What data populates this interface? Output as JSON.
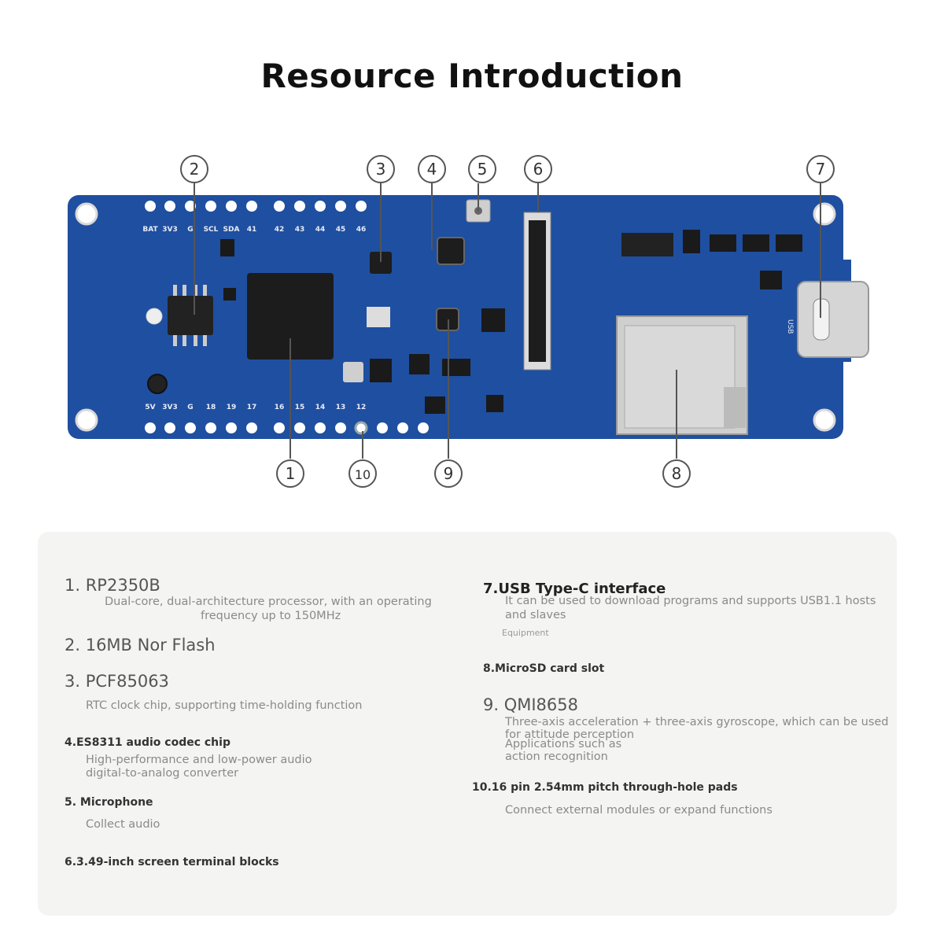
{
  "title": "Resource Introduction",
  "board": {
    "top_pin_labels": [
      "BAT",
      "3V3",
      "G",
      "SCL",
      "SDA",
      "41",
      "42",
      "43",
      "44",
      "45",
      "46"
    ],
    "bottom_pin_labels": [
      "5V",
      "3V3",
      "G",
      "18",
      "19",
      "17",
      "16",
      "15",
      "14",
      "13",
      "12"
    ],
    "usb_label": "USB",
    "callouts": [
      "1",
      "2",
      "3",
      "4",
      "5",
      "6",
      "7",
      "8",
      "9",
      "10"
    ],
    "colors": {
      "pcb": "#1f4fa0",
      "pcb_dark": "#163f86",
      "pad": "#ffffff",
      "chip": "#1c1c1c",
      "metal": "#c9c9c9"
    }
  },
  "items": [
    {
      "heading": "1. RP2350B",
      "desc": [
        "Dual-core, dual-architecture processor, with an operating",
        "frequency up to 150MHz"
      ]
    },
    {
      "heading": "2. 16MB Nor Flash",
      "desc": []
    },
    {
      "heading": "3. PCF85063",
      "desc": [
        "RTC clock chip, supporting time-holding function"
      ]
    },
    {
      "heading": "4.ES8311 audio codec chip",
      "desc": [
        "High-performance and low-power audio",
        "digital-to-analog converter"
      ]
    },
    {
      "heading": "5. Microphone",
      "desc": [
        "Collect audio"
      ]
    },
    {
      "heading": "6.3.49-inch screen terminal blocks",
      "desc": []
    },
    {
      "heading": "7.USB Type-C interface",
      "desc": [
        "It can be used to download programs and supports USB1.1 hosts",
        "and slaves"
      ],
      "extra": "Equipment"
    },
    {
      "heading": "8.MicroSD card slot",
      "desc": []
    },
    {
      "heading": "9. QMI8658",
      "desc": [
        "Three-axis acceleration + three-axis gyroscope, which can be used",
        "for attitude perception",
        "Applications such as",
        "action recognition"
      ]
    },
    {
      "heading": "10.16 pin 2.54mm pitch through-hole pads",
      "desc": [
        "Connect external modules or expand functions"
      ]
    }
  ]
}
